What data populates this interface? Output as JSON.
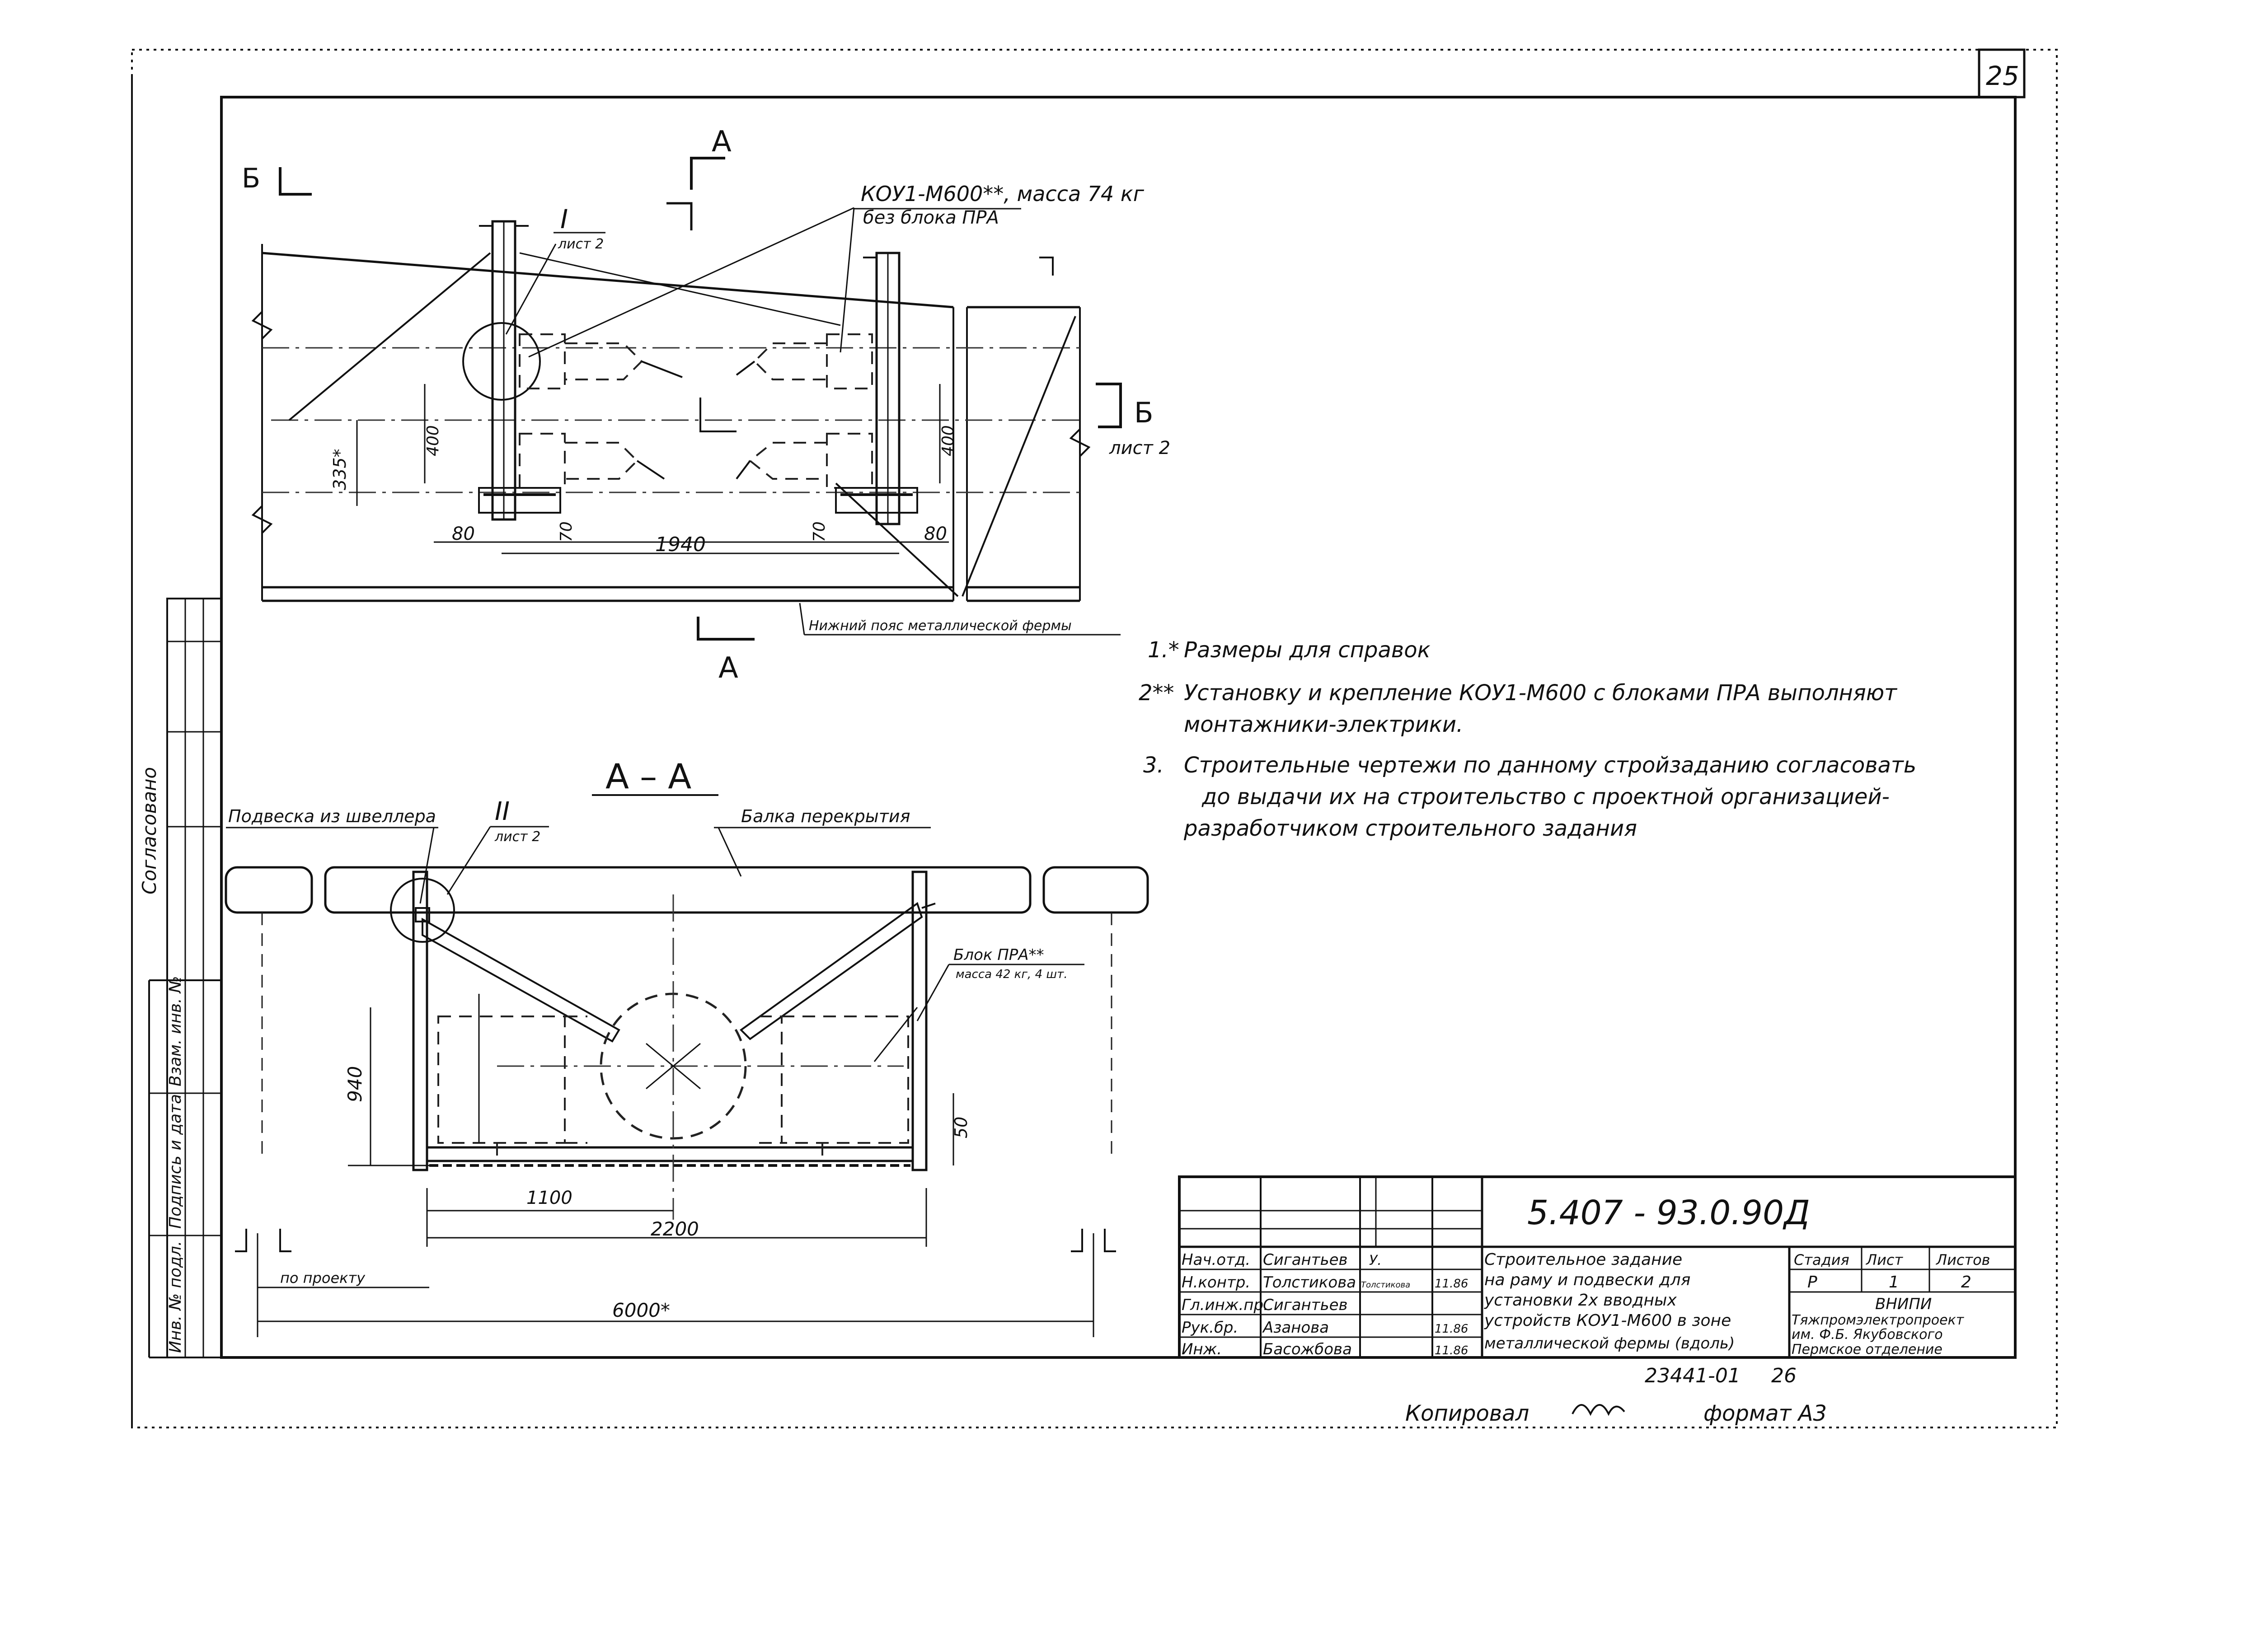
{
  "sheet": {
    "page_number": "25",
    "archive_number": "23441-01",
    "copy_page": "26",
    "copied_label": "Копировал",
    "format_label": "формат А3"
  },
  "plan_view": {
    "section_mark_a_top": "А",
    "section_mark_a_bottom": "А",
    "section_mark_b_left": "Б",
    "section_mark_b_right": "Б",
    "sheet_ref_b": "лист 2",
    "node_label": "I",
    "node_sheet_ref": "лист 2",
    "device_callout_line1": "КОУ1-М600**, масса 74 кг",
    "device_callout_line2": "без блока ПРА",
    "lower_chord_label": "Нижний пояс металлической фермы",
    "dimensions": {
      "height_left": "400",
      "height_right": "400",
      "height_total": "335*",
      "offset_left": "80",
      "offset_right": "80",
      "gap_left": "70",
      "gap_right": "70",
      "span": "1940"
    }
  },
  "section_view": {
    "title": "А – А",
    "hanger_label": "Подвеска из швеллера",
    "node_label": "II",
    "node_sheet_ref": "лист 2",
    "beam_label": "Балка перекрытия",
    "pra_block_line1": "Блок ПРА**",
    "pra_block_line2": "масса 42 кг, 4 шт.",
    "dimensions": {
      "height": "940",
      "right_gap": "50",
      "half_width": "1100",
      "width": "2200",
      "total": "6000*",
      "by_project": "по проекту"
    }
  },
  "notes": [
    {
      "num": "1.*",
      "text": "Размеры для справок"
    },
    {
      "num": "2**",
      "text": "Установку и крепление КОУ1-М600 с блоками ПРА выполняют",
      "cont": "монтажники-электрики."
    },
    {
      "num": "3.",
      "text": "Строительные чертежи по данному стройзаданию согласовать",
      "cont": "до выдачи их на строительство с проектной организацией-",
      "cont2": "разработчиком строительного задания"
    }
  ],
  "left_margin": {
    "approval": "Согласовано",
    "inv_replace": "Взам. инв. №",
    "sign_date": "Подпись и дата",
    "inv_original": "Инв. № подл."
  },
  "title_block": {
    "designation": "5.407 - 93.0.90Д",
    "description_lines": [
      "Строительное задание",
      "на раму и подвески для",
      "установки 2х вводных",
      "устройств КОУ1-М600 в зоне",
      "металлической фермы (вдоль)"
    ],
    "people": [
      {
        "role": "Нач.отд.",
        "name": "Сигантьев",
        "sign": "У.",
        "date": ""
      },
      {
        "role": "Н.контр.",
        "name": "Толстикова",
        "sign": "Толстикова",
        "date": "11.86"
      },
      {
        "role": "Гл.инж.пр.",
        "name": "Сигантьев",
        "sign": "",
        "date": ""
      },
      {
        "role": "Рук.бр.",
        "name": "Азанова",
        "sign": "",
        "date": "11.86"
      },
      {
        "role": "Инж.",
        "name": "Басожбова",
        "sign": "",
        "date": "11.86"
      }
    ],
    "stage_header": "Стадия",
    "sheet_header": "Лист",
    "sheets_header": "Листов",
    "stage_value": "Р",
    "sheet_value": "1",
    "sheets_value": "2",
    "org_line1": "ВНИПИ",
    "org_line2": "Тяжпромэлектропроект",
    "org_line3": "им. Ф.Б. Якубовского",
    "org_line4": "Пермское отделение"
  }
}
